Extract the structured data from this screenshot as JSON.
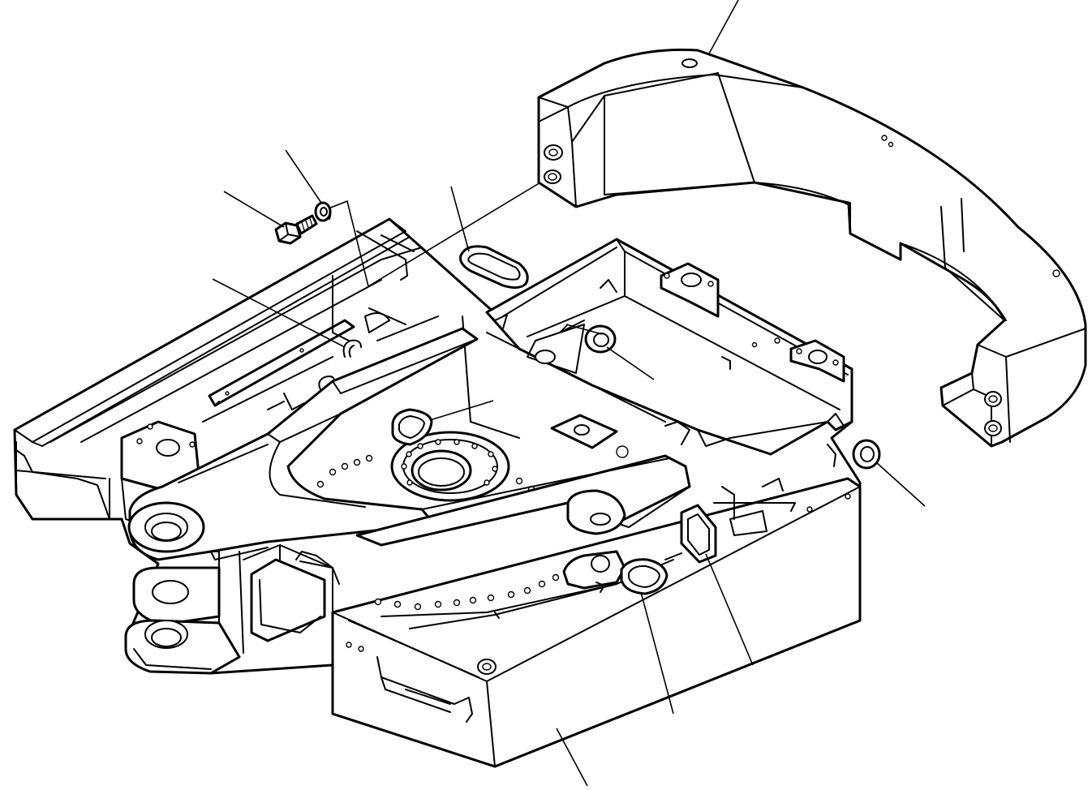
{
  "diagram": {
    "style": "black line-art exploded view",
    "stroke_color": "#000000",
    "background_color": "#ffffff",
    "parts": [
      {
        "id": "counterweight",
        "icon": "counterweight-icon"
      },
      {
        "id": "revolving-frame",
        "icon": "frame-icon"
      },
      {
        "id": "boom-bracket",
        "icon": "bracket-icon"
      },
      {
        "id": "bolt",
        "icon": "bolt-icon"
      },
      {
        "id": "washer",
        "icon": "washer-icon"
      },
      {
        "id": "grommet-oval-upper",
        "icon": "grommet-icon"
      },
      {
        "id": "grommet-round-center",
        "icon": "grommet-icon"
      },
      {
        "id": "grommet-oval-inner",
        "icon": "grommet-icon"
      },
      {
        "id": "grommet-round-right",
        "icon": "grommet-icon"
      },
      {
        "id": "grommet-square",
        "icon": "grommet-icon"
      },
      {
        "id": "grommet-oval-lower",
        "icon": "grommet-icon"
      },
      {
        "id": "clip-wire",
        "icon": "clip-icon"
      }
    ],
    "callouts": [
      {
        "target": "counterweight",
        "label": ""
      },
      {
        "target": "washer",
        "label": ""
      },
      {
        "target": "bolt",
        "label": ""
      },
      {
        "target": "grommet-oval-upper",
        "label": ""
      },
      {
        "target": "clip-wire",
        "label": ""
      },
      {
        "target": "grommet-round-center",
        "label": ""
      },
      {
        "target": "grommet-oval-inner",
        "label": ""
      },
      {
        "target": "grommet-round-right",
        "label": ""
      },
      {
        "target": "grommet-square",
        "label": ""
      },
      {
        "target": "grommet-oval-lower",
        "label": ""
      },
      {
        "target": "revolving-frame",
        "label": ""
      }
    ]
  }
}
